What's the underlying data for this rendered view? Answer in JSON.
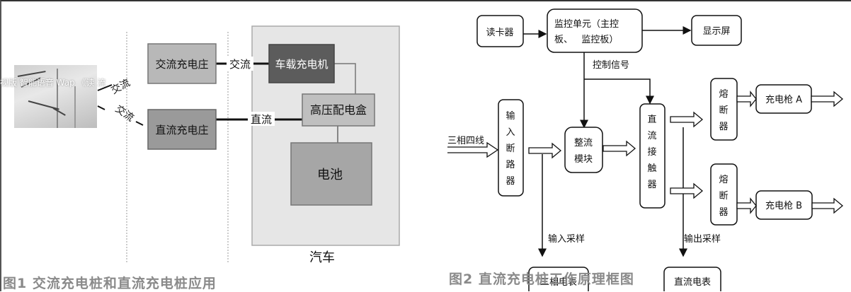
{
  "figure1": {
    "caption": "图1  交流充电桩和直流充电桩应用",
    "photo_alt": "power-transmission-tower-photo",
    "watermark": "视版 智能语音 Wap 《读 流 ",
    "link_labels": {
      "grid_to_ac": "交流",
      "grid_to_dc": "交流",
      "ac_to_onboard": "交流",
      "dc_to_hv": "直流"
    },
    "boxes": {
      "ac_pile": "交流充电庄",
      "dc_pile": "直流充电庄",
      "onboard_charger": "车载充电机",
      "hv_box": "高压配电盒",
      "battery": "电池"
    },
    "vehicle_label": "汽车"
  },
  "figure2": {
    "caption": "图2  直流充电桩工作原理框图",
    "boxes": {
      "card_reader": "读卡器",
      "monitor_unit_line1": "监控单元（主控",
      "monitor_unit_line2": "板、   监控板）",
      "display": "显示屏",
      "input_breaker": [
        "输",
        "入",
        "断",
        "路",
        "器"
      ],
      "rectifier_line1": "整流",
      "rectifier_line2": "模块",
      "dc_contactor": [
        "直",
        "流",
        "接",
        "触",
        "器"
      ],
      "fuse_a": [
        "熔",
        "断",
        "器"
      ],
      "fuse_b": [
        "熔",
        "断",
        "器"
      ],
      "gun_a": "充电枪 A",
      "gun_b": "充电枪 B",
      "three_phase_meter": "三相电表",
      "dc_meter": "直流电表"
    },
    "labels": {
      "control_signal": "控制信号",
      "three_phase_four_wire": "三相四线",
      "input_sampling": "输入采样",
      "output_sampling": "输出采样"
    }
  }
}
